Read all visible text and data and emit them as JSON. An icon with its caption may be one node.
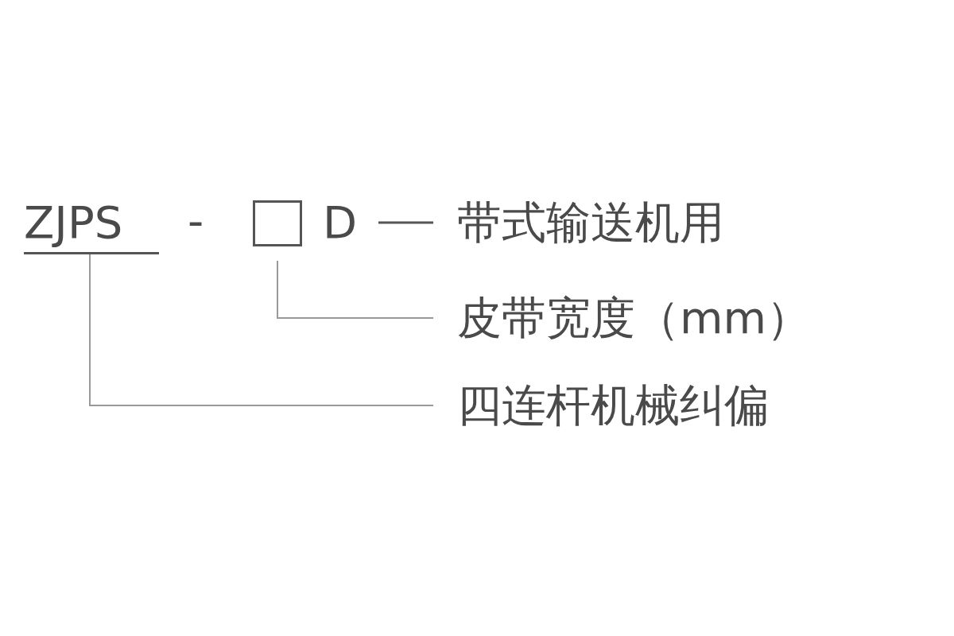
{
  "diagram": {
    "nodes": [
      {
        "text": [
          "ZJPS"
        ]
      },
      {
        "text": [],
        "shape": "box"
      },
      {
        "text": [
          "D"
        ]
      },
      {
        "text": [
          "带式输送机用"
        ]
      },
      {
        "text": [
          "皮带宽度（mm）"
        ]
      },
      {
        "text": [
          "四连杆机械纠偏"
        ]
      }
    ],
    "edges": [
      {
        "from": 2,
        "to": 3,
        "arrow": "none"
      },
      {
        "from": 1,
        "to": 4,
        "arrow": "none"
      },
      {
        "from": 0,
        "to": 5,
        "arrow": "none"
      }
    ],
    "labels": [
      "-"
    ]
  }
}
